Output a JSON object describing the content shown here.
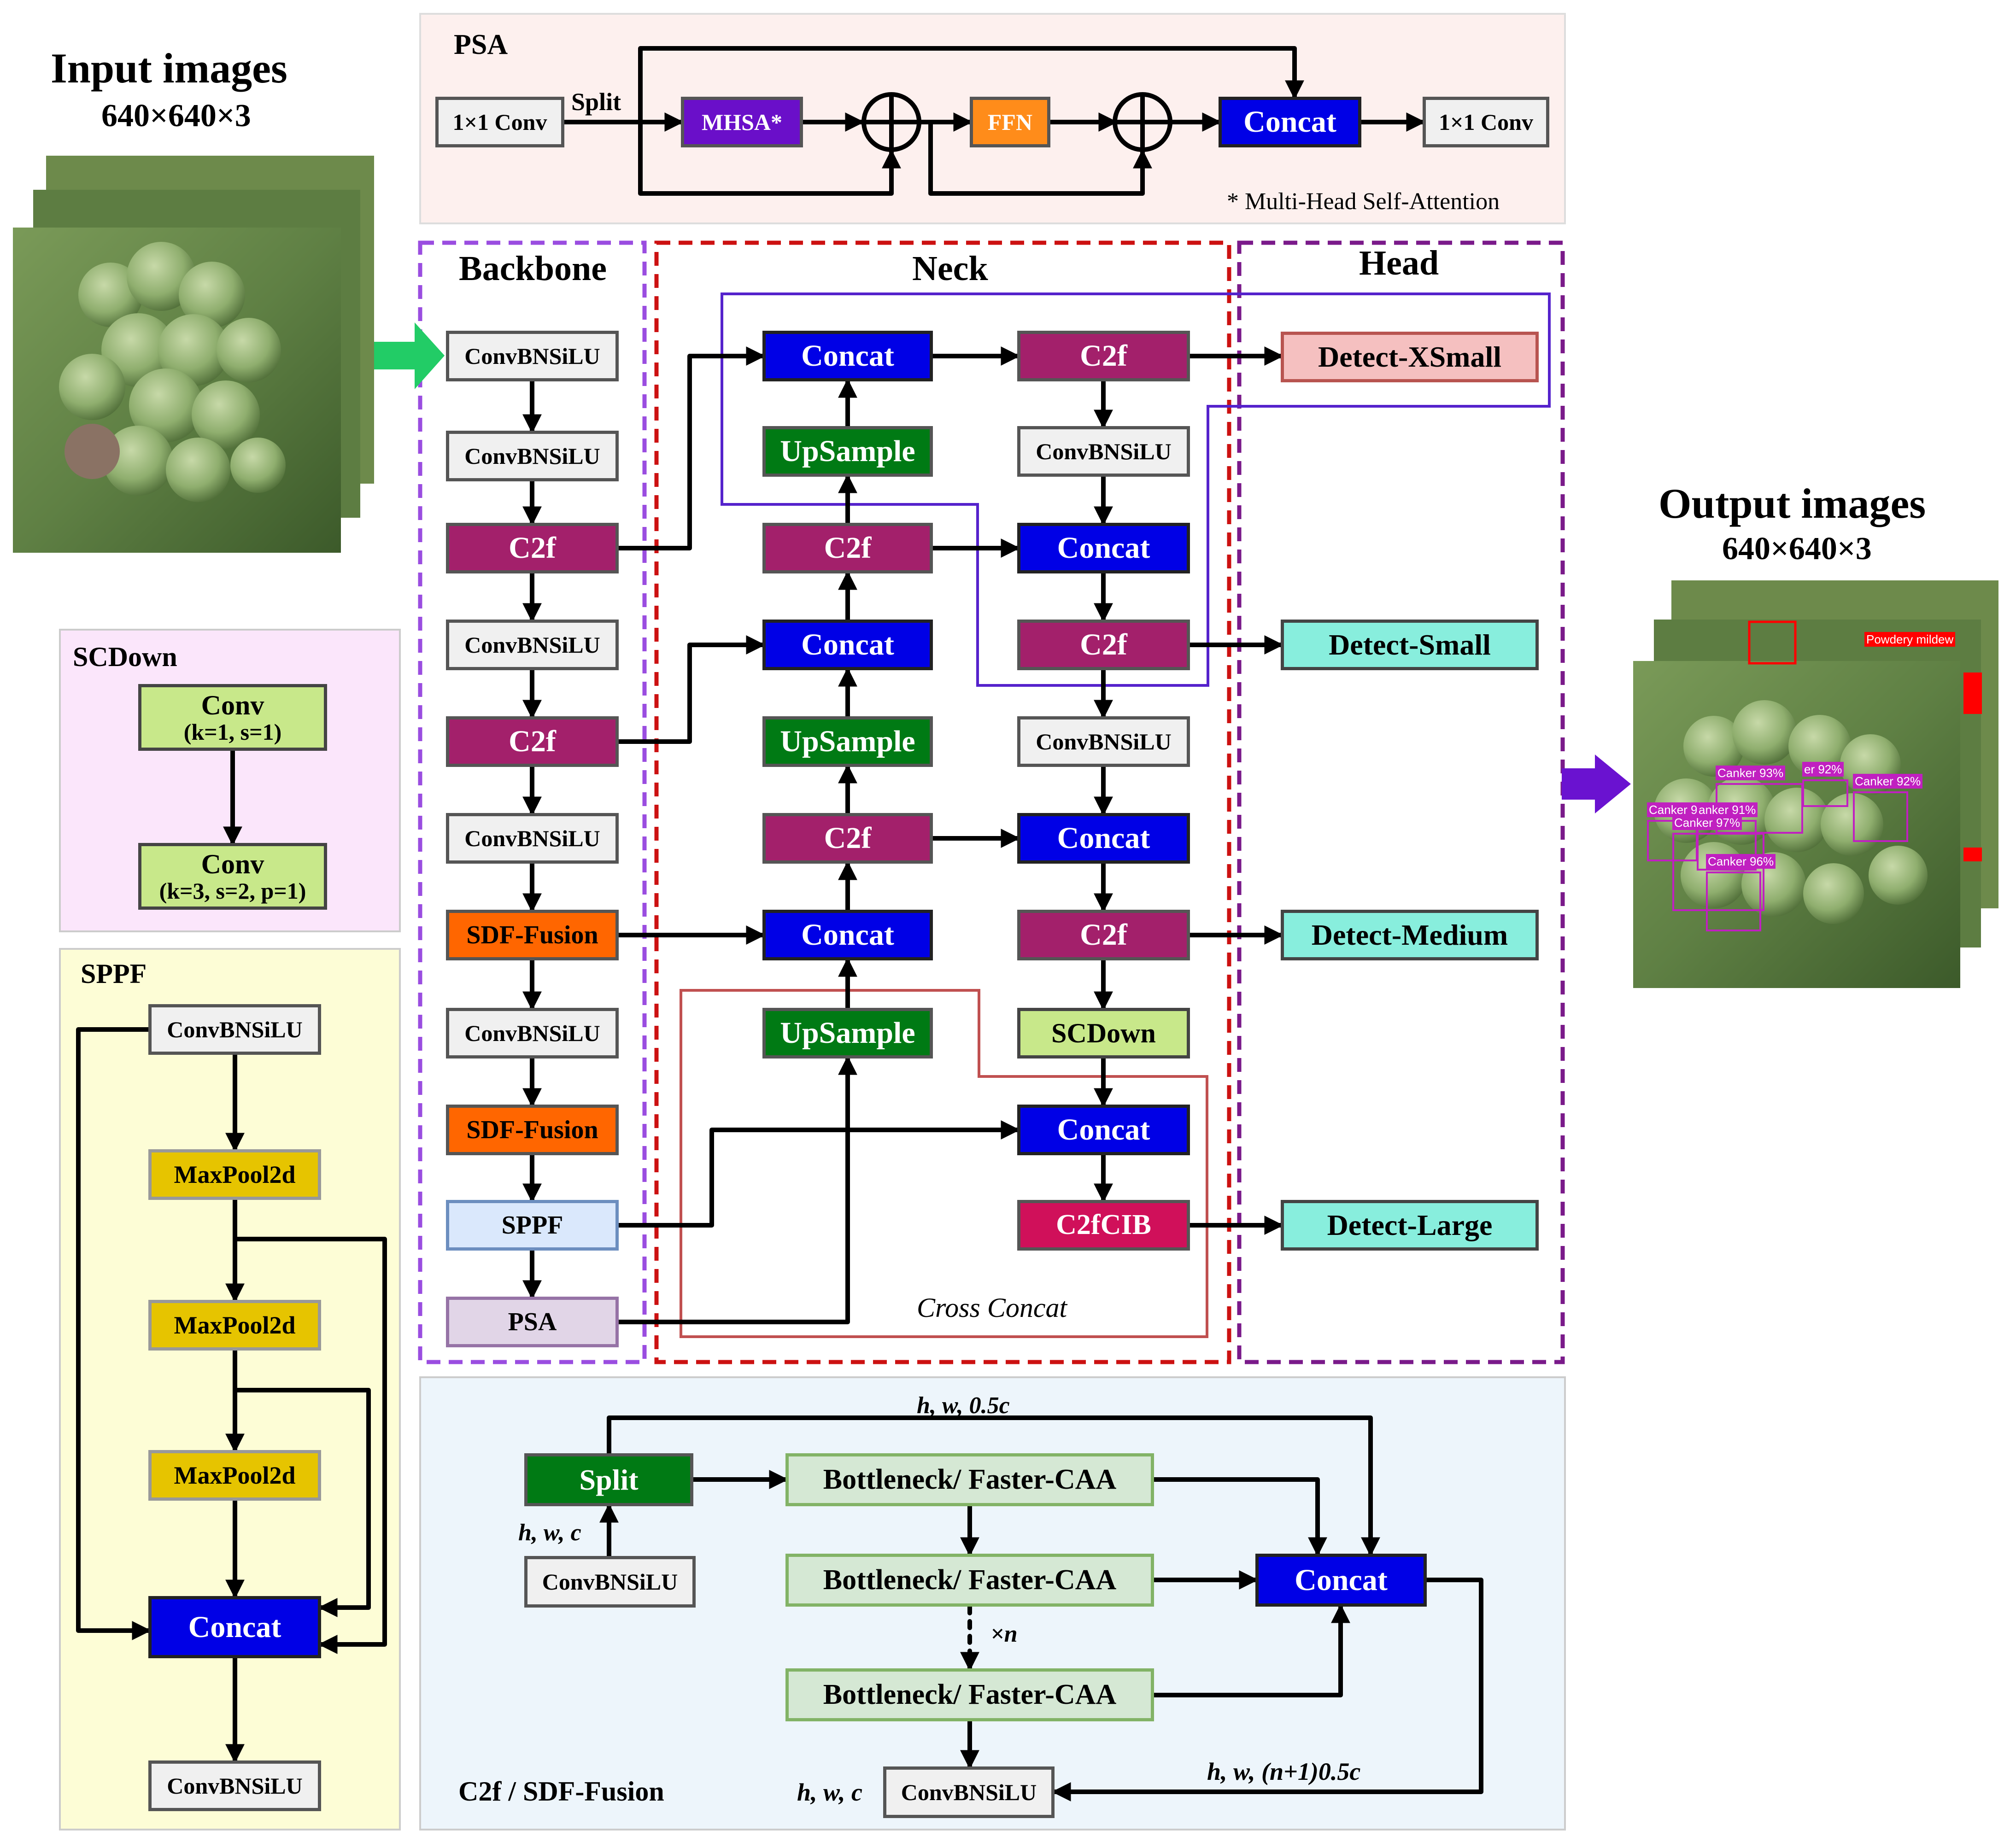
{
  "input": {
    "title": "Input images",
    "size": "640×640×3"
  },
  "output": {
    "title": "Output images",
    "size": "640×640×3"
  },
  "psa": {
    "title": "PSA",
    "conv_in": "1×1 Conv",
    "split": "Split",
    "mhsa": "MHSA*",
    "ffn": "FFN",
    "concat": "Concat",
    "conv_out": "1×1 Conv",
    "note": "* Multi-Head Self-Attention"
  },
  "scdown": {
    "title": "SCDown",
    "conv1": {
      "name": "Conv",
      "params": "(k=1, s=1)"
    },
    "conv2": {
      "name": "Conv",
      "params": "(k=3, s=2, p=1)"
    }
  },
  "sppf": {
    "title": "SPPF",
    "conv_in": "ConvBNSiLU",
    "pool1": "MaxPool2d",
    "pool2": "MaxPool2d",
    "pool3": "MaxPool2d",
    "concat": "Concat",
    "conv_out": "ConvBNSiLU"
  },
  "backbone": {
    "title": "Backbone",
    "nodes": [
      "ConvBNSiLU",
      "ConvBNSiLU",
      "C2f",
      "ConvBNSiLU",
      "C2f",
      "ConvBNSiLU",
      "SDF-Fusion",
      "ConvBNSiLU",
      "SDF-Fusion",
      "SPPF",
      "PSA"
    ]
  },
  "neck": {
    "title": "Neck",
    "left_col": [
      "Concat",
      "UpSample",
      "C2f",
      "Concat",
      "UpSample",
      "C2f",
      "Concat",
      "UpSample"
    ],
    "right_col": [
      "C2f",
      "ConvBNSiLU",
      "Concat",
      "C2f",
      "ConvBNSiLU",
      "Concat",
      "C2f",
      "SCDown",
      "Concat",
      "C2fCIB"
    ],
    "cross_label": "Cross Concat"
  },
  "head": {
    "title": "Head",
    "nodes": [
      "Detect-XSmall",
      "Detect-Small",
      "Detect-Medium",
      "Detect-Large"
    ]
  },
  "c2f": {
    "title": "C2f / SDF-Fusion",
    "split": "Split",
    "conv_in": "ConvBNSiLU",
    "in_dims": "h, w, c",
    "branch_dims": "h, w, 0.5c",
    "bottleneck1": "Bottleneck/ Faster-CAA",
    "bottleneck2": "Bottleneck/ Faster-CAA",
    "bottleneck3": "Bottleneck/ Faster-CAA",
    "repeat": "×n",
    "concat": "Concat",
    "concat_dims": "h, w, (n+1)0.5c",
    "conv_out": "ConvBNSiLU",
    "out_dims": "h, w, c"
  },
  "detections": [
    {
      "label": "Powdery mildew"
    },
    {
      "label": "Canker 93%"
    },
    {
      "label": "er 92%"
    },
    {
      "label": "Canker 92%"
    },
    {
      "label": "Canker 91%"
    },
    {
      "label": "anker 91%"
    },
    {
      "label": "Canker 97%"
    },
    {
      "label": "Canker 96%"
    }
  ],
  "colors": {
    "concat": "#0000e6",
    "c2f": "#a3206b",
    "upsample": "#007a14",
    "sdf_fusion": "#ff6600",
    "mhsa": "#6a0fc9",
    "ffn": "#ff8c1a",
    "conv_gray": "#f0f0f0",
    "scdown_green": "#c8e88a",
    "maxpool_yellow": "#e6c400",
    "bottleneck_green": "#d5e8d4",
    "detect_teal": "#88eedd",
    "detect_pink": "#f5c0c0",
    "c2fcib": "#d0105a",
    "backbone_border": "#9a4de0",
    "neck_border": "#cc1111",
    "head_border": "#7a1a8a",
    "cross_border": "#c05050",
    "xsmall_path": "#5522cc"
  }
}
